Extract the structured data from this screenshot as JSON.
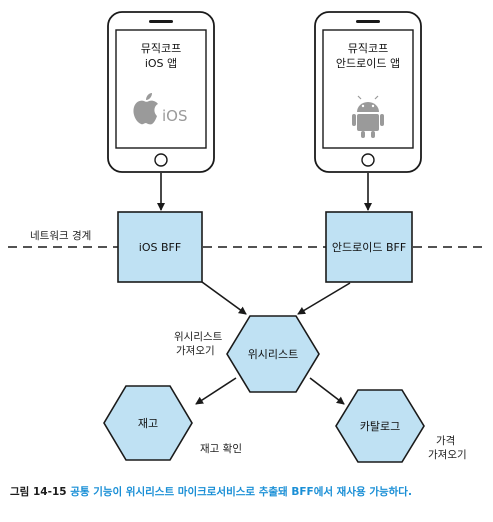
{
  "phones": [
    {
      "title_line1": "뮤직코프",
      "title_line2": "iOS 앱",
      "platform_text": "iOS",
      "icon": "apple-icon"
    },
    {
      "title_line1": "뮤직코프",
      "title_line2": "안드로이드 앱",
      "platform_text": "",
      "icon": "android-icon"
    }
  ],
  "network_boundary_label": "네트워크 경계",
  "bff": [
    {
      "label": "iOS BFF"
    },
    {
      "label": "안드로이드 BFF"
    }
  ],
  "services": {
    "wishlist": "위시리스트",
    "inventory": "재고",
    "catalog": "카탈로그"
  },
  "edge_labels": {
    "wishlist_fetch_line1": "위시리스트",
    "wishlist_fetch_line2": "가져오기",
    "stock_check": "재고 확인",
    "price_fetch_line1": "가격",
    "price_fetch_line2": "가져오기"
  },
  "caption": {
    "number": "그림 14-15",
    "text": "공통 기능이 위시리스트 마이크로서비스로 추출돼 BFF에서 재사용 가능하다."
  },
  "colors": {
    "box_fill": "#bfe1f3",
    "stroke": "#1a1a1a",
    "caption_accent": "#1a8fd6",
    "logo_gray": "#9a9a9a"
  }
}
